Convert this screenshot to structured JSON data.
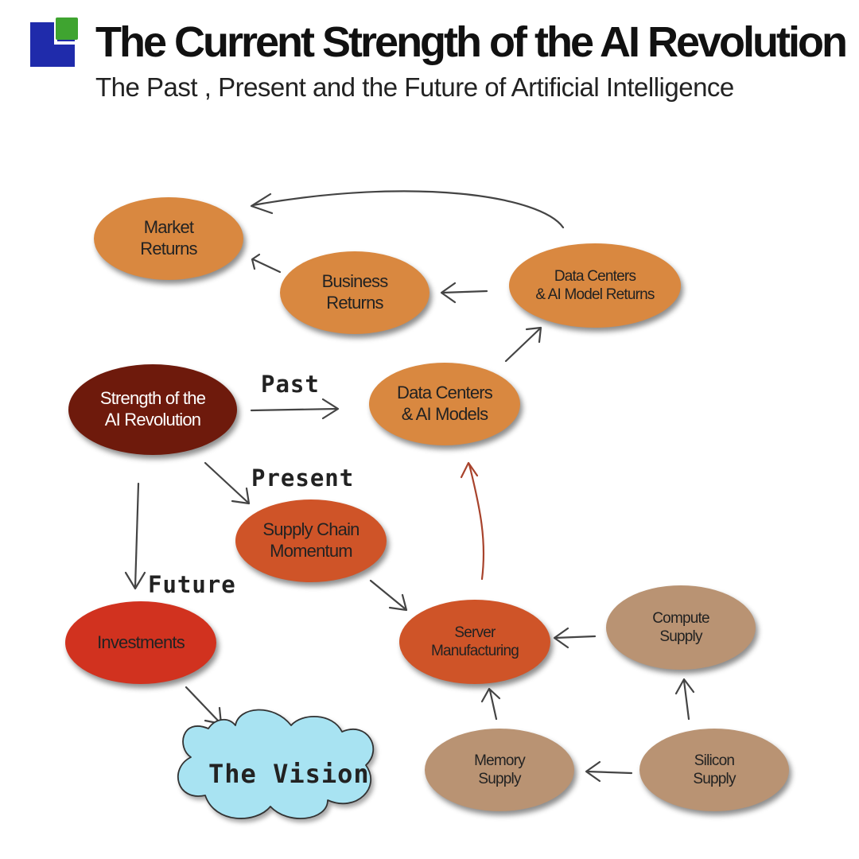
{
  "header": {
    "title": "The Current Strength of the AI Revolution",
    "subtitle": "The Past , Present and the Future of Artificial Intelligence"
  },
  "colors": {
    "orange": "#d98840",
    "dark_red": "#6e1a0c",
    "red_orange": "#cf5428",
    "red": "#d1321f",
    "tan": "#b99373",
    "cloud_fill": "#a8e3f2"
  },
  "nodes": {
    "market_returns": "Market\nReturns",
    "business_returns": "Business\nReturns",
    "dc_ai_model_returns": "Data Centers\n& AI Model  Returns",
    "strength": "Strength of the\nAI Revolution",
    "dc_ai_models": "Data Centers\n& AI Models",
    "supply_chain_momentum": "Supply Chain\nMomentum",
    "investments": "Investments",
    "server_manufacturing": "Server\nManufacturing",
    "compute_supply": "Compute\nSupply",
    "memory_supply": "Memory\nSupply",
    "silicon_supply": "Silicon\nSupply",
    "the_vision": "The Vision"
  },
  "labels": {
    "past": "Past",
    "present": "Present",
    "future": "Future"
  }
}
